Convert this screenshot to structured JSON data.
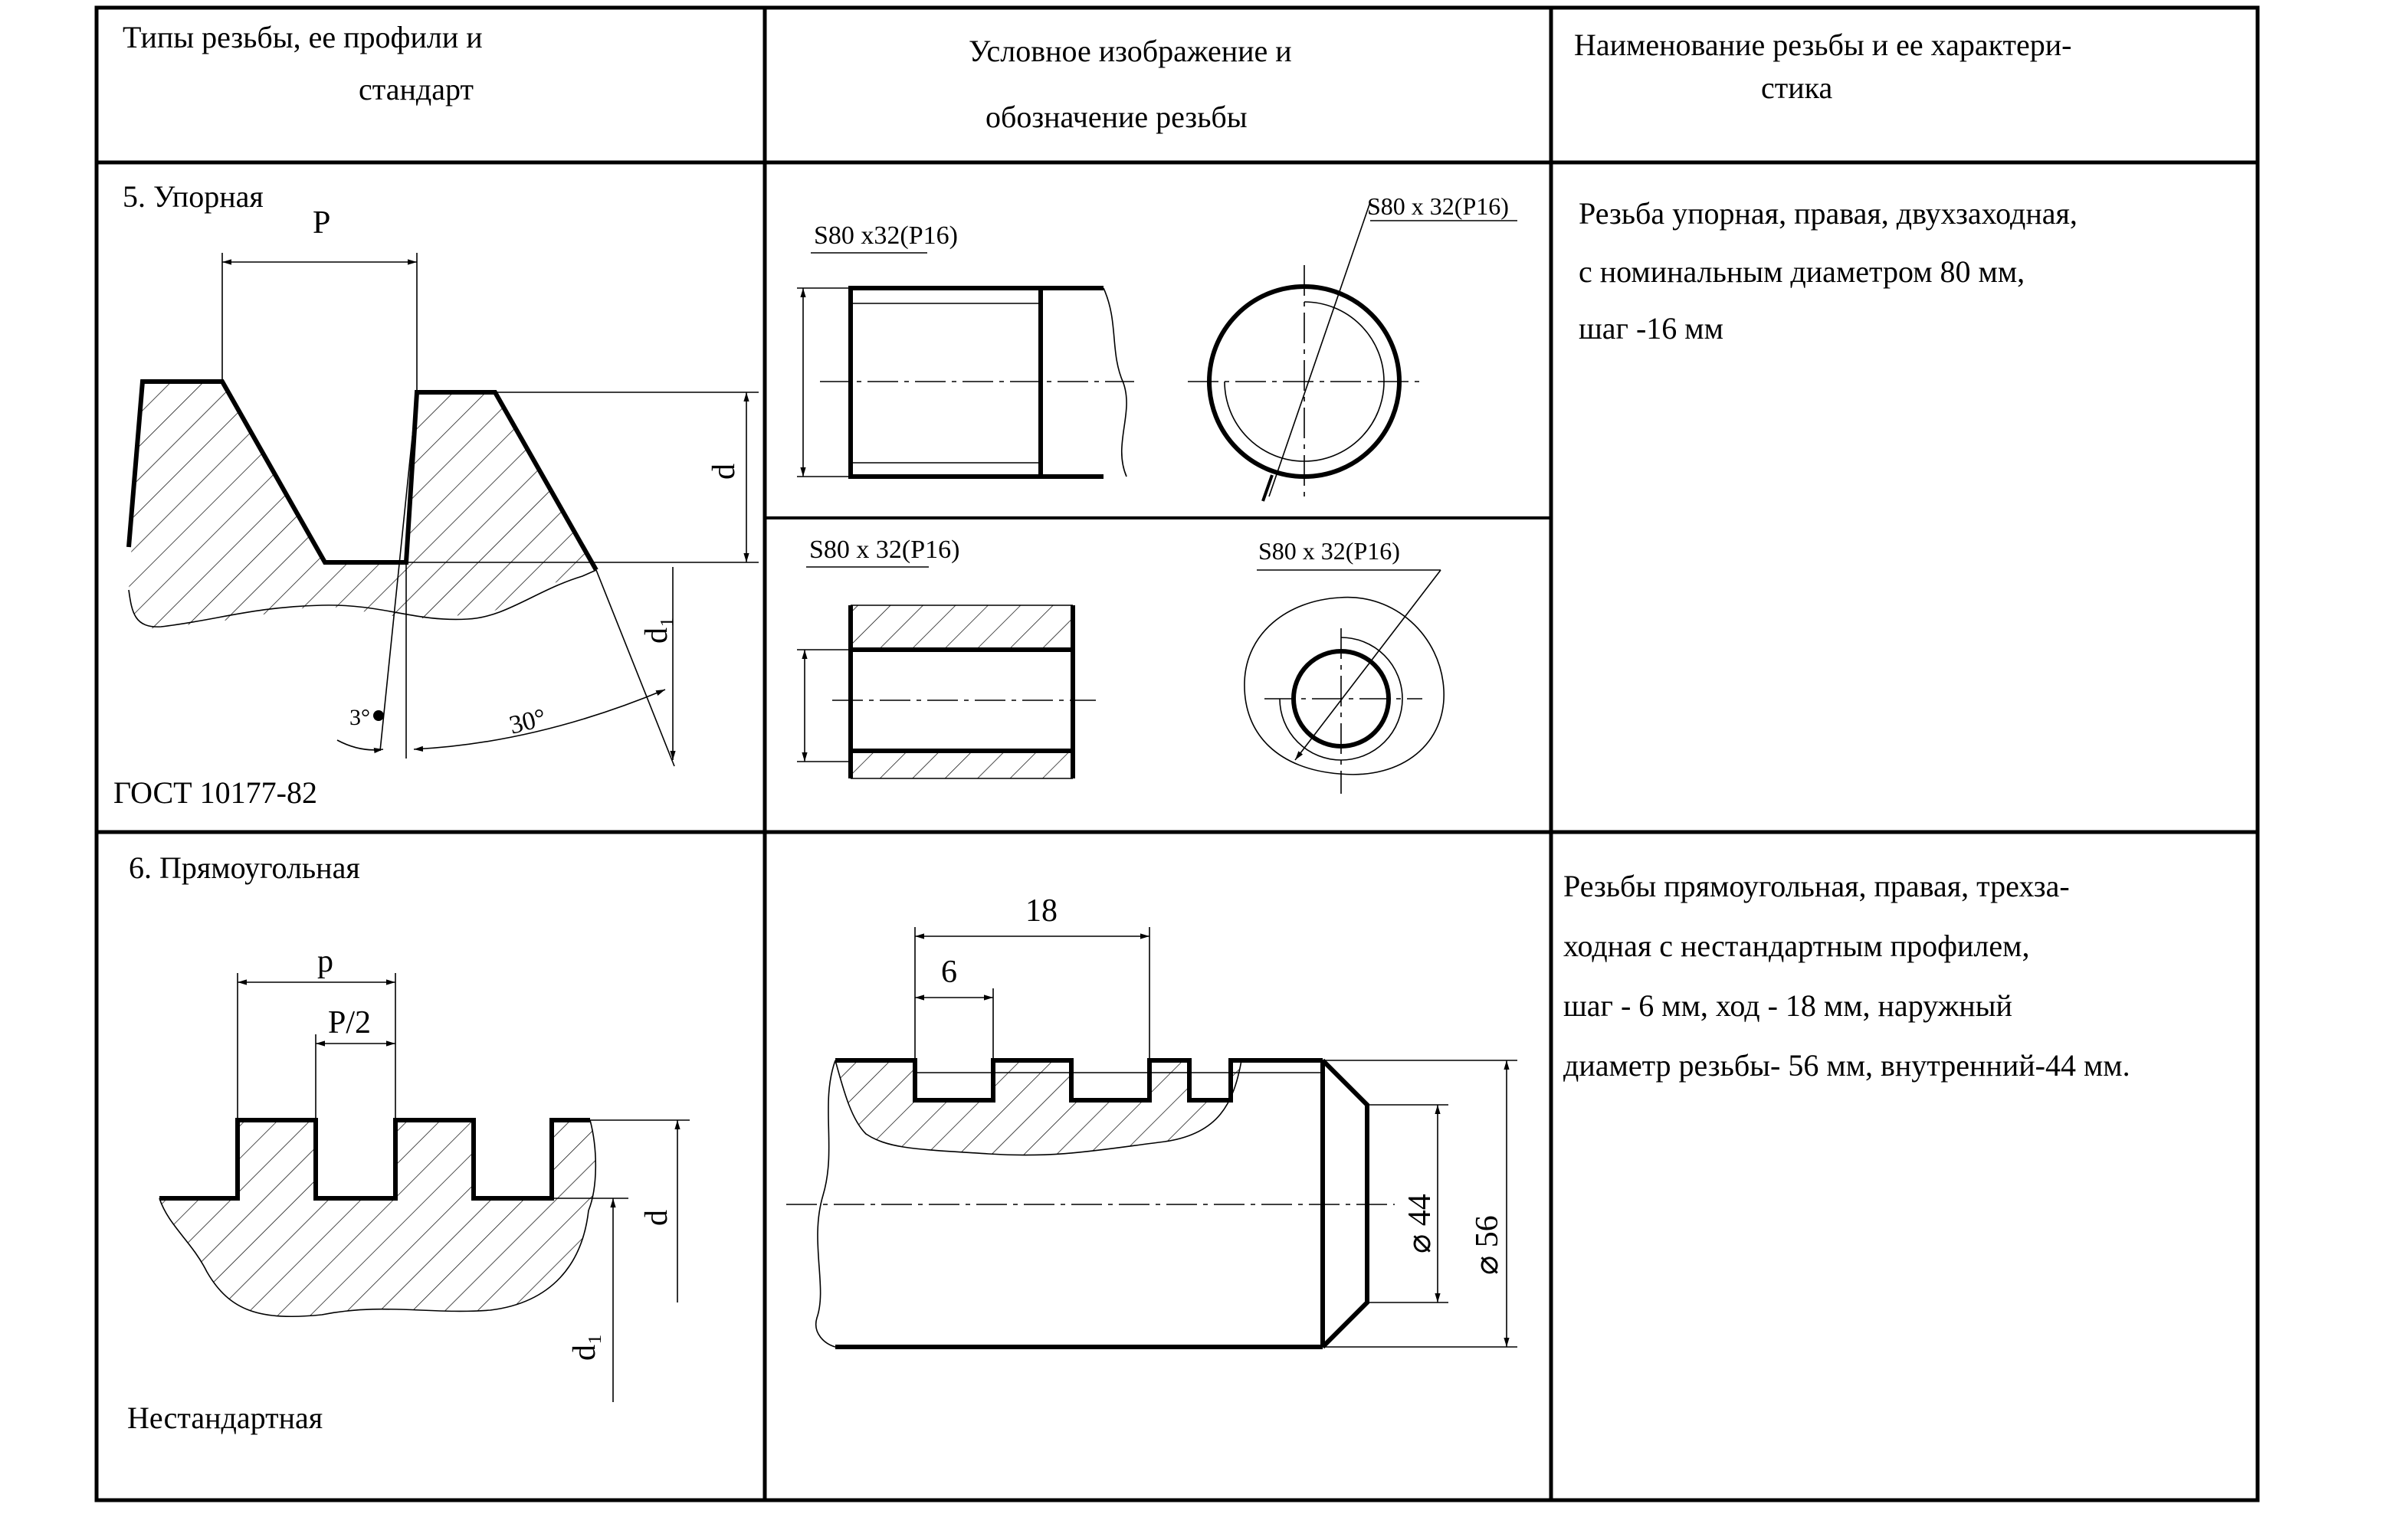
{
  "header": {
    "col1": [
      "Типы резьбы, ее профили и",
      "стандарт"
    ],
    "col2": [
      "Условное изображение и",
      "обозначение резьбы"
    ],
    "col3": [
      "Наименование резьбы и ее характери-",
      "стика"
    ]
  },
  "row5": {
    "title": "5. Упорная",
    "standard": "ГОСТ 10177-82",
    "profile_labels": {
      "pitch": "P",
      "outer_d": "d",
      "inner_d": "d₁",
      "angle_small": "3°",
      "angle_large": "30°"
    },
    "designation_external_side": "S80 x32(P16)",
    "designation_external_end": "S80 x 32(P16)",
    "designation_internal_side": "S80 x 32(P16)",
    "designation_internal_end": "S80 x 32(P16)",
    "description": [
      "Резьба упорная, правая, двухзаходная,",
      "с номинальным диаметром 80 мм,",
      "шаг -16 мм"
    ]
  },
  "row6": {
    "title": "6. Прямоугольная",
    "standard": "Нестандартная",
    "profile_labels": {
      "pitch": "p",
      "half_pitch": "P/2",
      "outer_d": "d",
      "inner_d": "d₁"
    },
    "dims": {
      "lead": "18",
      "pitch": "6",
      "inner": "⌀ 44",
      "outer": "⌀ 56"
    },
    "description": [
      "Резьбы прямоугольная, правая, трехза-",
      "ходная с нестандартным профилем,",
      "шаг - 6 мм, ход - 18 мм, наружный",
      "диаметр резьбы- 56 мм, внутренний-44 мм."
    ]
  }
}
